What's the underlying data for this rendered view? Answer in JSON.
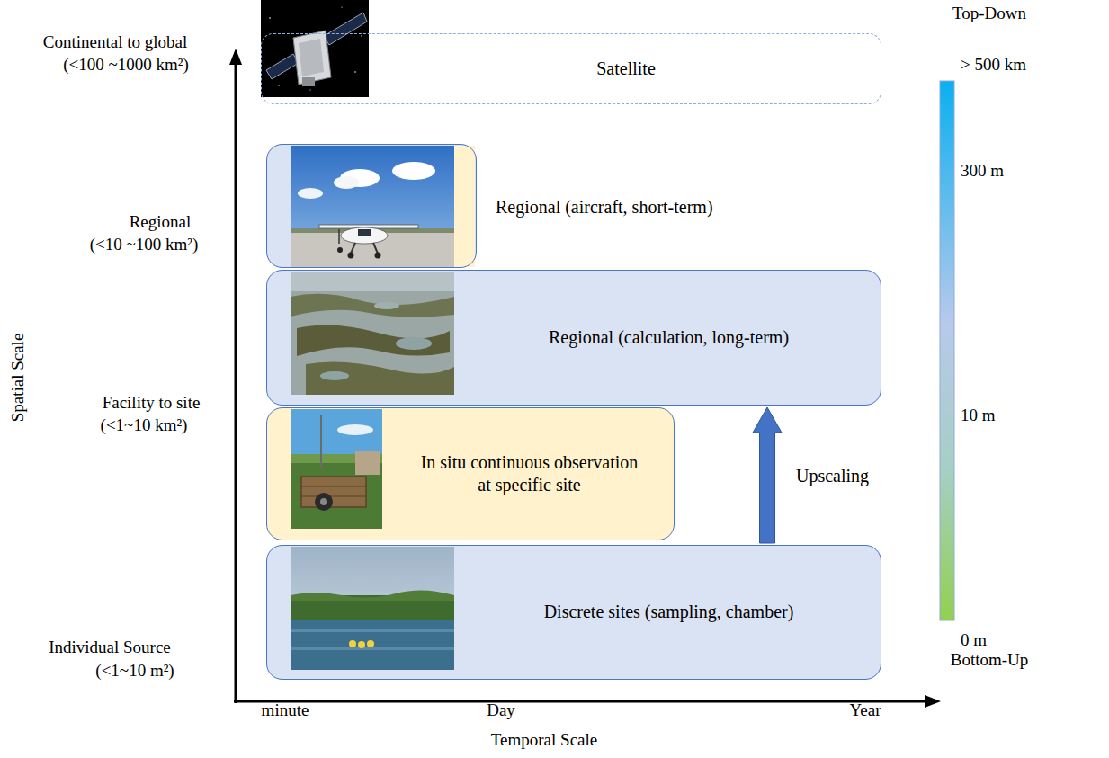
{
  "diagram": {
    "nodes": [
      {
        "text": [
          "Satellite"
        ]
      },
      {
        "text": [
          "Regional (aircraft, short-term)"
        ]
      },
      {
        "text": [
          "Regional (calculation, long-term)"
        ]
      },
      {
        "text": [
          "In situ continuous observation at specific site"
        ]
      },
      {
        "text": [
          "Discrete sites (sampling, chamber)"
        ]
      }
    ],
    "edges": [
      {
        "from": 4,
        "to": 2,
        "arrow": "to",
        "label": "Upscaling"
      }
    ],
    "labels": [
      "Continental to global",
      "(<100 ~1000 km²)",
      "Regional",
      "(<10 ~100 km²)",
      "Facility to site",
      "(<1~10 km²)",
      "Individual Source",
      "(<1~10 m²)",
      "Spatial Scale",
      "minute",
      "Day",
      "Year",
      "Temporal Scale",
      "Top-Down",
      "> 500 km",
      "300 m",
      "10 m",
      "0 m",
      "Bottom-Up"
    ]
  }
}
